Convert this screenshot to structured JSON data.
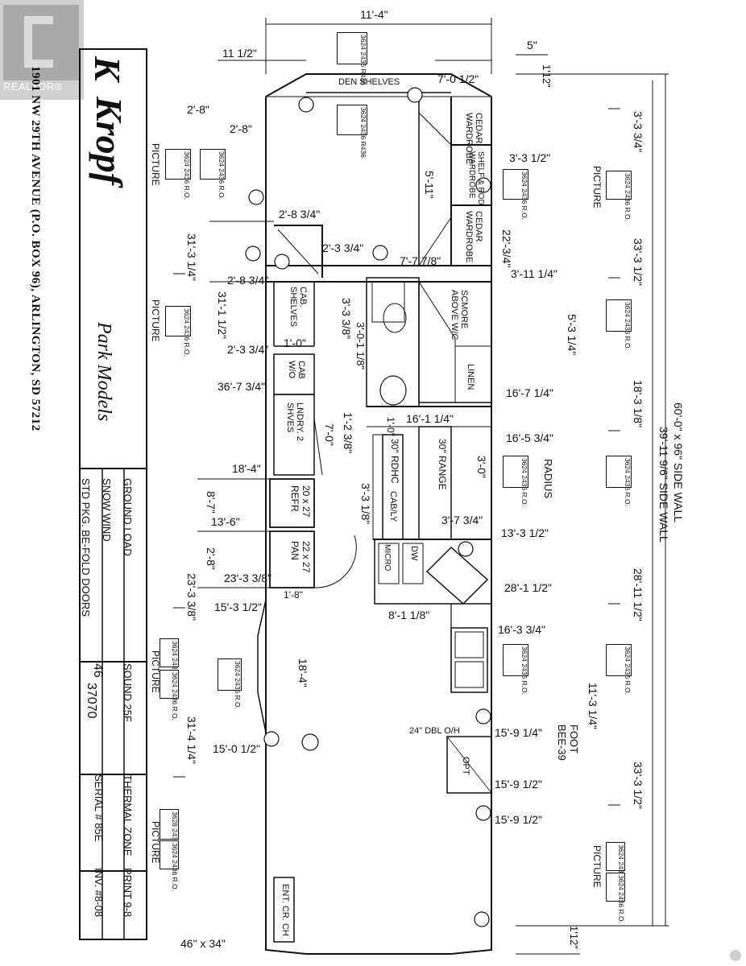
{
  "watermark": {
    "text": "REALTOR®"
  },
  "title_block": {
    "address": "1901 NW 29TH AVENUE (P.O. BOX 96), ARLINGTON, SD 57212",
    "brand": "Kropf",
    "product": "Park Models",
    "rows": [
      {
        "label": "GROUND LOAD",
        "value": ""
      },
      {
        "label": "SNOW WIND",
        "value": ""
      },
      {
        "label": "STD PKG. BE-FOLD DOORS",
        "value": ""
      },
      {
        "label": "SOUND 25F",
        "value": "46"
      },
      {
        "label": "",
        "value": "37070"
      },
      {
        "label": "THERMAL ZONE",
        "value": ""
      },
      {
        "label": "SERIAL # 85E",
        "value": ""
      },
      {
        "label": "PRINT 9-8",
        "value": ""
      },
      {
        "label": "INV. #8-08",
        "value": ""
      }
    ]
  },
  "rooms": {
    "den_shelves": "DEN SHELVES",
    "cedar_wardrobe_top": "CEDAR WARDROBE",
    "shelf_rod_wardrobe": "SHELF & ROD WARDROBE",
    "cedar_wardrobe_bottom": "CEDAR WARDROBE",
    "cab_shelves": "CAB. SHELVES",
    "scmore": "SCMORE ABOVE W/C",
    "linen": "LINEN",
    "cab_wo": "CAB W/O",
    "lndry": "LNDRY. 2 SHVES",
    "range": "30\" RANGE",
    "rdhc": "30\" RDHC",
    "cab": "CAB/LY",
    "refr": "20 x 27 REFR",
    "pan": "22 x 27 PAN",
    "micro": "MICRO",
    "dw": "DW",
    "ent": "ENT. CR. CH",
    "dbl": "24\" DBL O/H",
    "opt": "OPT",
    "bay": "46\" x 34\""
  },
  "dimensions": {
    "overall_width": "11'-4\"",
    "d1": "11 1/2\"",
    "d2": "5\"",
    "d3": "7'-0 1/2\"",
    "d4": "1'12\"",
    "d5": "2'-8\"",
    "d6": "2'-8\"",
    "d7": "3'-3 1/2\"",
    "d8": "3'-3 3/4\"",
    "d9": "5'-11\"",
    "d10": "2'-8 3/4\"",
    "d11": "2'-3 3/4\"",
    "d12": "22'-3/4\"",
    "d13": "7'-7 7/8\"",
    "d14": "3'-11 1/4\"",
    "d15": "31'-3 1/4\"",
    "d16": "2'-8 3/4\"",
    "d17": "33'-3 1/2\"",
    "d18": "31'-1 1/2\"",
    "d19": "3'-3 3/8\"",
    "d20": "3'-0-1 1/8\"",
    "d21": "2'-3 3/4\"",
    "d22": "1'-0\"",
    "d23": "5'-3 1/4\"",
    "d24": "36'-7 3/4\"",
    "d25": "16'-7 1/4\"",
    "d26": "18'-3 1/8\"",
    "d27": "16'-1 1/4\"",
    "d28": "7'-0\"",
    "d29": "1'-2 3/8\"",
    "d30": "1'-0\"",
    "d31": "16'-5 3/4\"",
    "d32": "3'-0\"",
    "d33": "18'-4\"",
    "d34": "8'-7\"",
    "d35": "13'-6\"",
    "d36": "3'-3 1/8\"",
    "d37": "3'-7 3/4\"",
    "d38": "13'-3 1/2\"",
    "d39": "2'-8\"",
    "d40": "23'-3 3/8\"",
    "d41": "28'-1 1/2\"",
    "d42": "28'-11 1/2\"",
    "d43": "23'-3 3/8\"",
    "d44": "15'-3 1/2\"",
    "d45": "1'-8\"",
    "d46": "8'-1 1/8\"",
    "d47": "16'-3 3/4\"",
    "d48": "18'-4\"",
    "d49": "11'-3 1/4\"",
    "d50": "15'-9 1/4\"",
    "d51": "31'-4 1/4\"",
    "d52": "15'-0 1/2\"",
    "d53": "15'-9 1/2\"",
    "d54": "33'-3 1/2\"",
    "d55": "15'-9 1/2\"",
    "d56": "1'12\"",
    "side_wall": "60'-0\" x 96\" SIDE WALL",
    "side_wall2": "39'-11 9/6\" SIDE WALL",
    "foot": "FOOT BEE-39",
    "radius": "RADIUS"
  },
  "windows": {
    "picture": "PICTURE",
    "w_top1": "3624 2436 R436",
    "w_top2": "3624 2436 R436",
    "w_l1": "3624 2436 R.O.",
    "w_l2": "3624 2436 R.O.",
    "w_r1": "3624 2436 R.O.",
    "w_r2": "3624 2436 R.O.",
    "w_r3": "3624 2436 R.O.",
    "w_r4": "3624 2436 R.O.",
    "w_r5": "3624 2436 R.O.",
    "w_r6": "3624 2436 R.O.",
    "w_l3": "3624 2436 R.O.",
    "w_l4": "3624 2436 R.O.",
    "w_l5": "3624 2436 R.O.",
    "w_l6": "3628 2436 R.O.",
    "w_l7": "3624 2436 R.O.",
    "w_r7": "3624 2436 R.O.",
    "w_r8": "3624 2436 R.O."
  },
  "colors": {
    "line": "#111111",
    "background": "#ffffff",
    "logo_grey": "#9c9c9c"
  }
}
